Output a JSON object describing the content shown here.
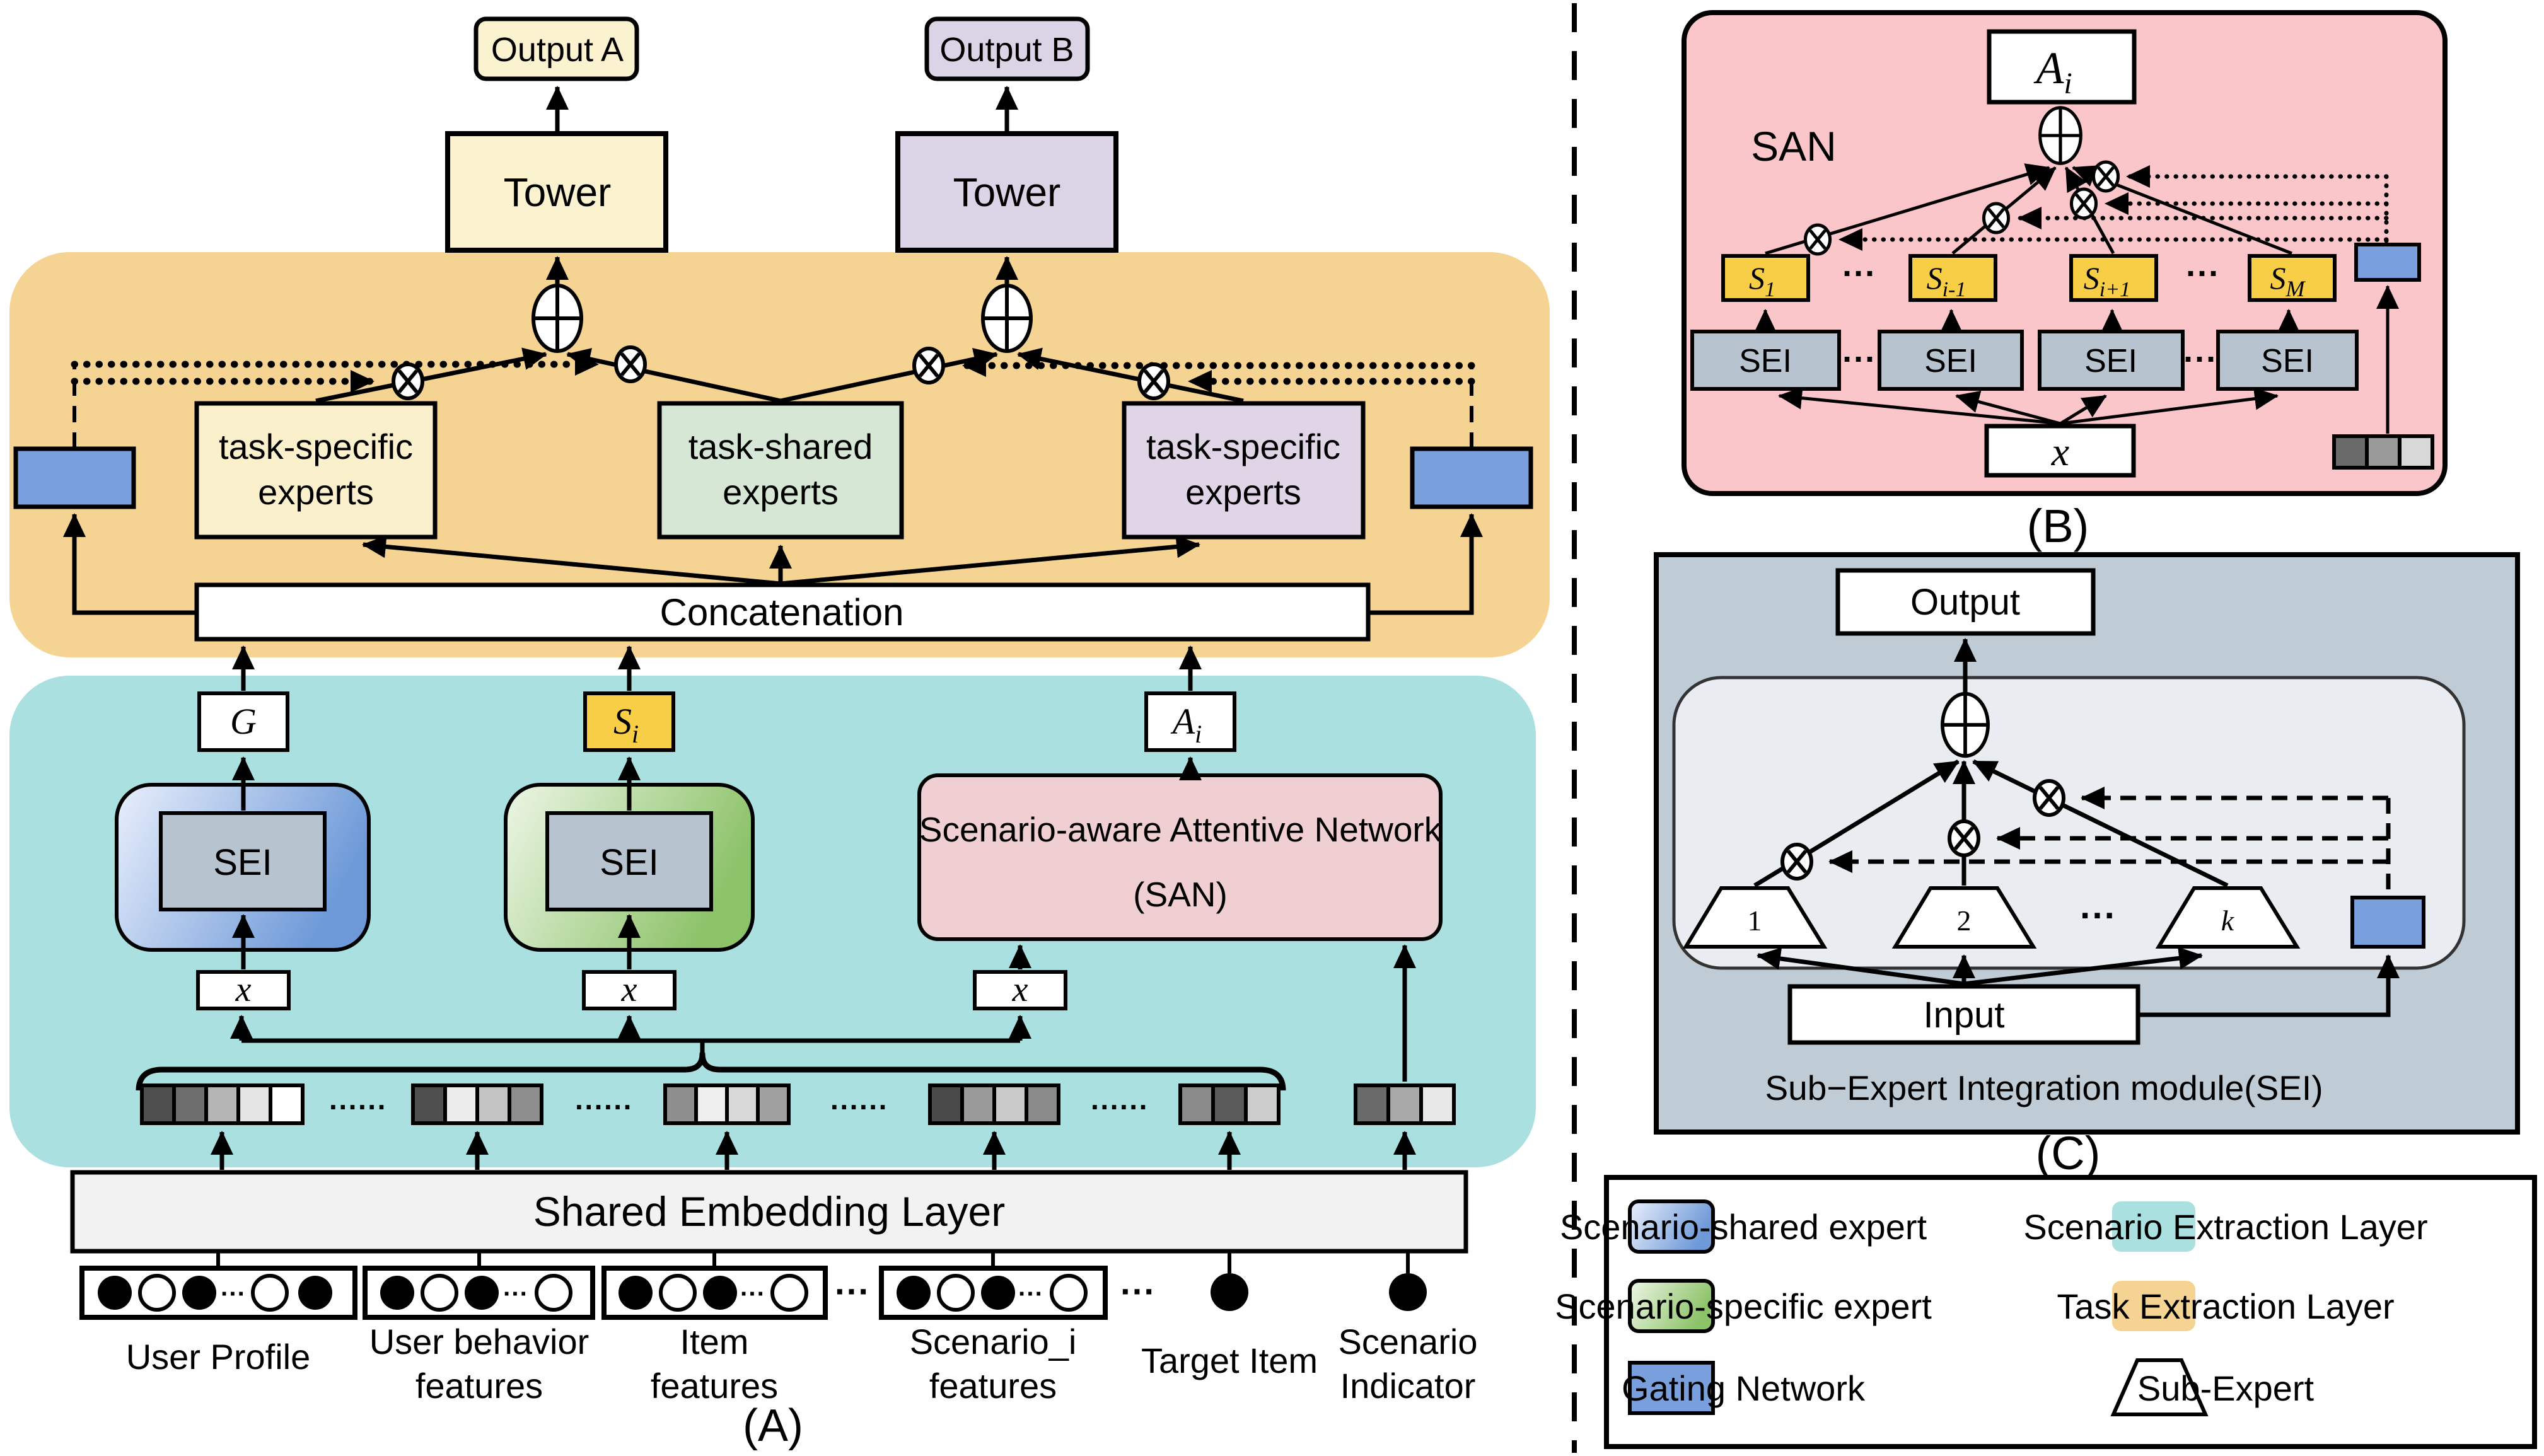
{
  "palette": {
    "orange_band": "#F5D493",
    "teal_band": "#ABE0E1",
    "tower_yellow": "#FBF2CF",
    "tower_purple": "#DBD4E6",
    "expert_yellow": "#FAF0CB",
    "expert_green": "#D6E7D5",
    "expert_purple": "#DFD5E7",
    "gate_blue": "#79A0DC",
    "si_yellow": "#F8CE46",
    "sei_gray": "#B7C3CE",
    "san_pink": "#EFCFD1",
    "panel_b_pink": "#FAC6C9",
    "panel_c_bg": "#BFCBD5",
    "panel_c_inner": "#E9EDF1",
    "embed_bar_gray": "#F2F2F2",
    "white": "#FFFFFF",
    "grad_blue": [
      "#E9EFFB",
      "#6D99D8"
    ],
    "grad_green": [
      "#EDF6E6",
      "#8CC268"
    ]
  },
  "panel_a": {
    "output_a": "Output A",
    "output_b": "Output B",
    "tower": "Tower",
    "expert_left": {
      "l1": "task-specific",
      "l2": "experts"
    },
    "expert_shared": {
      "l1": "task-shared",
      "l2": "experts"
    },
    "expert_right": {
      "l1": "task-specific",
      "l2": "experts"
    },
    "concatenation": "Concatenation",
    "g": "G",
    "s_i": {
      "base": "S",
      "sub": "i"
    },
    "a_i": {
      "base": "A",
      "sub": "i"
    },
    "sei": "SEI",
    "san_l1": "Scenario-aware Attentive Network",
    "san_l2": "(SAN)",
    "x": "x",
    "dots6": "······",
    "dots3": "···",
    "shared_embedding": "Shared Embedding Layer",
    "caption": "(A)",
    "inputs": [
      {
        "l1": "User Profile",
        "pattern": "●○●···○●"
      },
      {
        "l1": "User behavior",
        "l2": "features",
        "pattern": "●○●···○"
      },
      {
        "l1": "Item",
        "l2": "features",
        "pattern": "●○●···○"
      },
      {
        "l1": "Scenario_i",
        "l2": "features",
        "pattern": "●○●···○"
      },
      {
        "l1": "Target Item",
        "pattern": "●"
      },
      {
        "l1": "Scenario",
        "l2": "Indicator",
        "pattern": "●"
      }
    ],
    "strips": {
      "s1": [
        "#4F4F4F",
        "#6E6E6E",
        "#B4B4B4",
        "#E4E4E4",
        "#FFFFFF"
      ],
      "s2": [
        "#4F4F4F",
        "#ECECEC",
        "#C4C4C4",
        "#8E8E8E"
      ],
      "s3": [
        "#8E8E8E",
        "#EFEFEF",
        "#D8D8D8",
        "#A0A0A0"
      ],
      "s4": [
        "#4A4A4A",
        "#9A9A9A",
        "#CACACA",
        "#8A8A8A"
      ],
      "s5": [
        "#8A8A8A",
        "#5A5A5A",
        "#CCCCCC"
      ],
      "s6": [
        "#6A6A6A",
        "#A8A8A8",
        "#E8E8E8"
      ]
    }
  },
  "panel_b": {
    "title": "SAN",
    "a_i": {
      "base": "A",
      "sub": "i"
    },
    "s_base": "S",
    "s_subs": [
      "1",
      "i-1",
      "i+1",
      "M"
    ],
    "sei": "SEI",
    "x": "x",
    "dots3": "···",
    "caption": "(B)",
    "strip": [
      "#6A6A6A",
      "#9A9A9A",
      "#D8D8D8"
    ]
  },
  "panel_c": {
    "output": "Output",
    "input": "Input",
    "trap_labels": [
      "1",
      "2",
      "k"
    ],
    "dots3": "···",
    "module_caption": "Sub−Expert Integration module(SEI)",
    "caption": "(C)"
  },
  "legend": {
    "col1": [
      {
        "label": "Scenario-shared expert",
        "swatch": "scenario-shared-expert-gradient"
      },
      {
        "label": "Scenario-specific expert",
        "swatch": "scenario-specific-expert-gradient"
      },
      {
        "label": "Gating Network",
        "swatch": "gating-network-blue"
      }
    ],
    "col2": [
      {
        "label": "Scenario Extraction Layer",
        "swatch": "teal"
      },
      {
        "label": "Task Extraction Layer",
        "swatch": "orange"
      },
      {
        "label": "Sub-Expert",
        "swatch": "trapezoid"
      }
    ]
  }
}
